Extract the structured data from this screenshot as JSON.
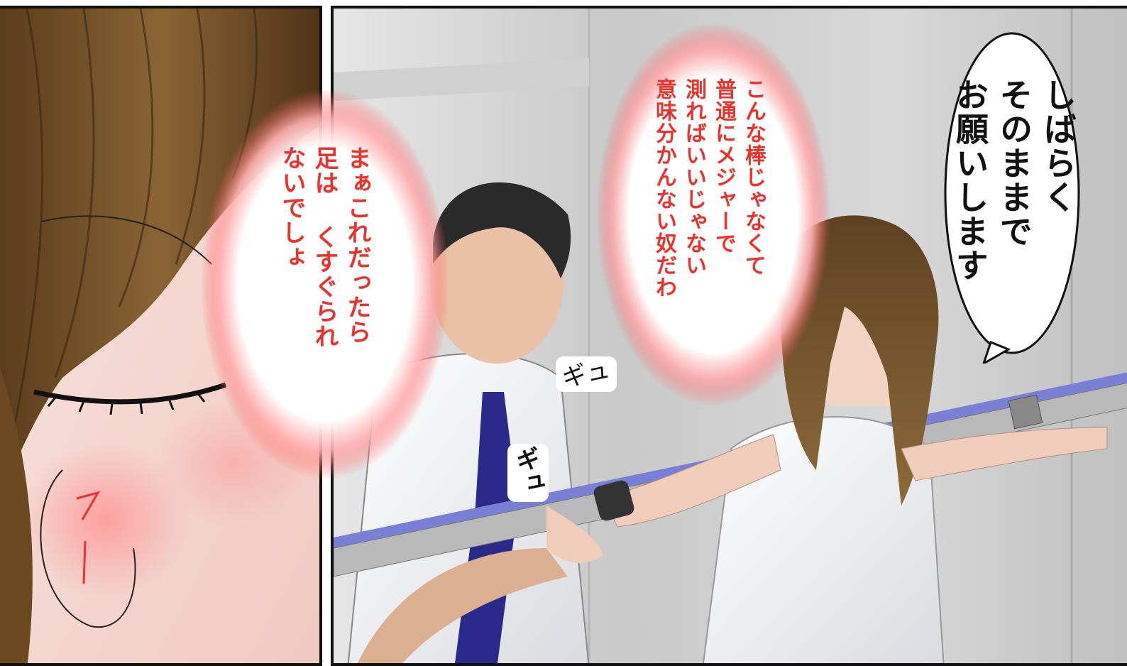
{
  "panels": {
    "right": {
      "speech_bubble": {
        "lines": "しばらく\nそのままで\nお願いします"
      },
      "thought_center": {
        "lines": "こんな棒じゃなくて\n普通にメジャーで\n測ればいいじゃない\n意味分かんない奴だわ"
      },
      "sfx": [
        "ギュ",
        "ギュ"
      ]
    },
    "left": {
      "thought": {
        "lines": "まぁこれだったら\n足は くすぐられ\nないでしょ"
      },
      "blush_marks": "フ /"
    }
  },
  "colors": {
    "thought_text": "#e8332e",
    "thought_burst": "#ff6a6a",
    "speech_text": "#111111",
    "hair": "#6b4a22",
    "tie": "#2a2a8a",
    "wall": "#d4d4d4"
  }
}
